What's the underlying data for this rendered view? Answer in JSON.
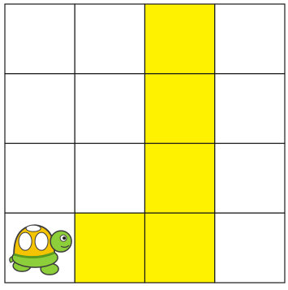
{
  "board": {
    "rows": 4,
    "cols": 4,
    "highlighted_cells": [
      {
        "row": 0,
        "col": 2
      },
      {
        "row": 1,
        "col": 2
      },
      {
        "row": 2,
        "col": 2
      },
      {
        "row": 3,
        "col": 1
      },
      {
        "row": 3,
        "col": 2
      }
    ],
    "turtle_position": {
      "row": 3,
      "col": 0
    },
    "turtle_facing": "right"
  },
  "colors": {
    "grid_line": "#1a1a1a",
    "cell_background": "#ffffff",
    "highlight": "#fff200",
    "turtle_body": "#8ccf3a",
    "turtle_body_dark": "#5a9a1e",
    "turtle_shell": "#f5c400",
    "turtle_shell_spots": "#ffffff",
    "turtle_outline": "#3c3c3c"
  },
  "icons": {
    "turtle": "turtle-icon"
  }
}
